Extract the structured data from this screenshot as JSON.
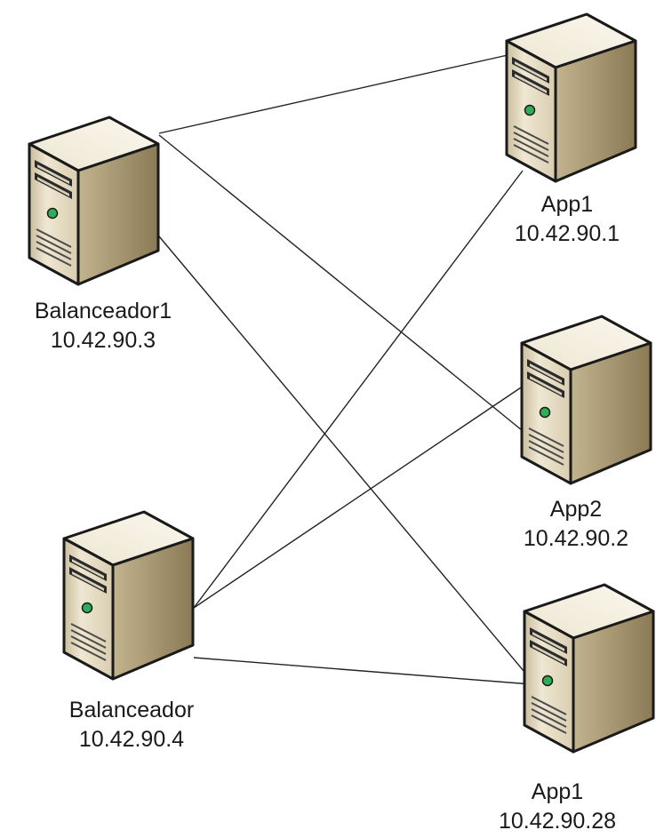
{
  "nodes": {
    "balancer1": {
      "name": "Balanceador1",
      "ip": "10.42.90.3"
    },
    "balancer2": {
      "name": "Balanceador",
      "ip": "10.42.90.4"
    },
    "app1": {
      "name": "App1",
      "ip": "10.42.90.1"
    },
    "app2": {
      "name": "App2",
      "ip": "10.42.90.2"
    },
    "app3": {
      "name": "App1",
      "ip": "10.42.90.28"
    }
  },
  "connections": [
    [
      "balancer1",
      "app1"
    ],
    [
      "balancer1",
      "app2"
    ],
    [
      "balancer1",
      "app3"
    ],
    [
      "balancer2",
      "app1"
    ],
    [
      "balancer2",
      "app2"
    ],
    [
      "balancer2",
      "app3"
    ]
  ],
  "icon": "server-tower-icon",
  "colors": {
    "server_front": "#e6dcc3",
    "server_side": "#9a8a63",
    "server_top": "#f4eedf",
    "server_outline": "#1a1a1a",
    "power_led": "#2fae5a",
    "link": "#222222"
  }
}
